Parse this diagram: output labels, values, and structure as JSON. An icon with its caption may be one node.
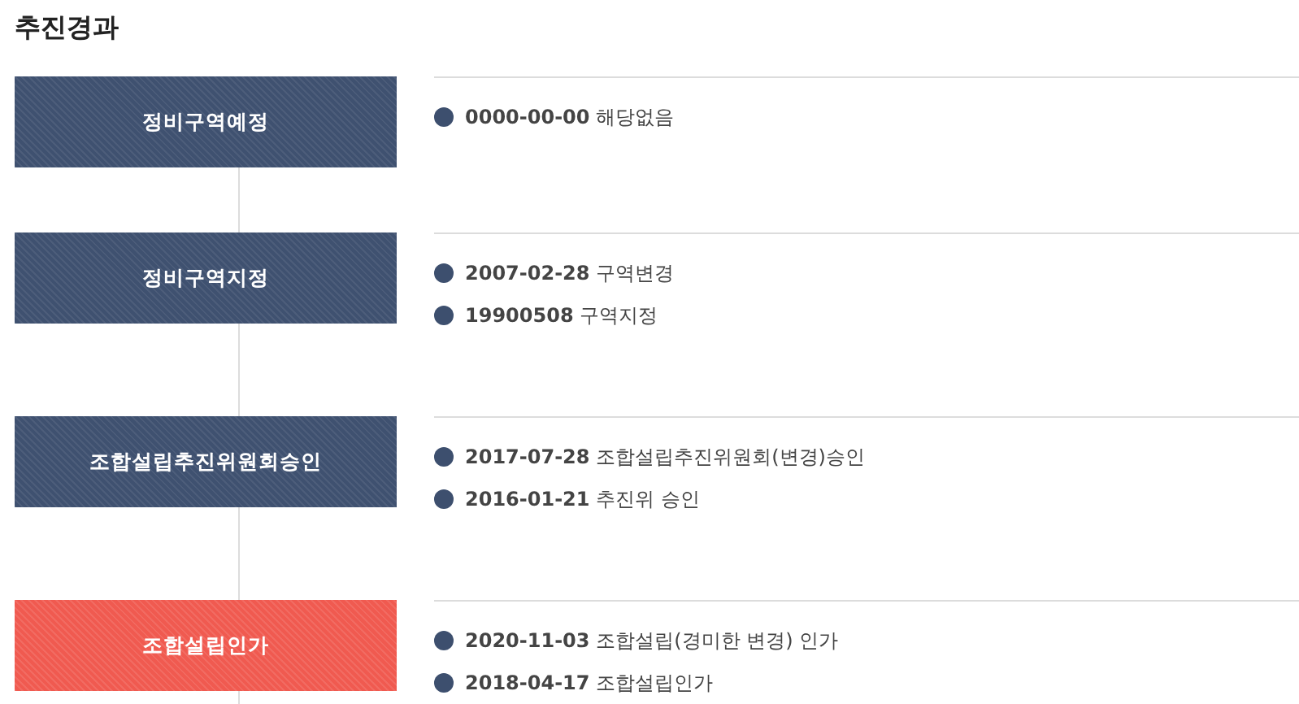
{
  "diagram": {
    "title": "추진경과",
    "nodes": [
      {
        "text": [
          "정비구역예정"
        ],
        "beside": [
          "**0000-00-00** 해당없음"
        ]
      },
      {
        "text": [
          "정비구역지정"
        ],
        "beside": [
          "**2007-02-28** 구역변경",
          "**19900508** 구역지정"
        ]
      },
      {
        "text": [
          "조합설립추진위원회승인"
        ],
        "beside": [
          "**2017-07-28** 조합설립추진위원회(변경)승인",
          "**2016-01-21** 추진위 승인"
        ]
      },
      {
        "text": [
          "조합설립인가"
        ],
        "beside": [
          "**2020-11-03** 조합설립(경미한 변경) 인가",
          "**2018-04-17** 조합설립인가"
        ]
      }
    ],
    "edges": [
      {
        "from": 0,
        "to": 1,
        "arrow": "none"
      },
      {
        "from": 1,
        "to": 2,
        "arrow": "none"
      },
      {
        "from": 2,
        "to": 3,
        "arrow": "none"
      },
      {
        "from": 3,
        "to": null,
        "arrow": "none"
      }
    ]
  }
}
